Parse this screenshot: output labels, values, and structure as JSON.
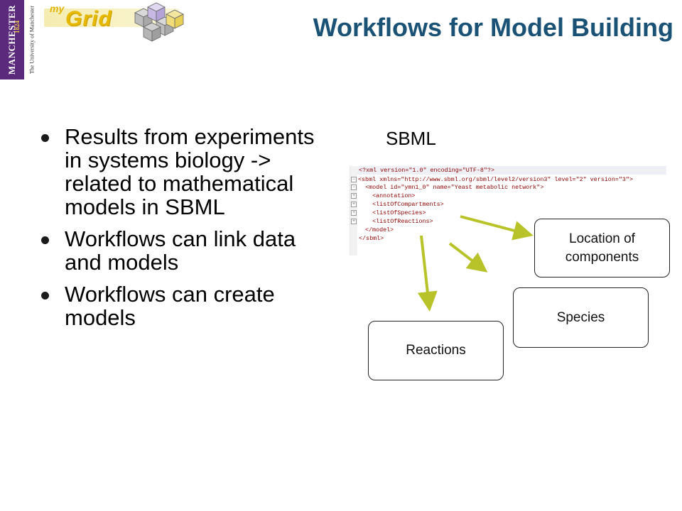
{
  "header": {
    "university": {
      "name_main": "MANCHESTER",
      "year": "1824",
      "name_full": "The University of Manchester"
    },
    "logo": {
      "prefix": "my",
      "name": "Grid"
    },
    "title": "Workflows for Model Building"
  },
  "bullets": [
    {
      "text": "Results from experiments in systems biology -> related to mathematical models in SBML"
    },
    {
      "text": "Workflows can link data and models"
    },
    {
      "text": "Workflows can create models"
    }
  ],
  "sbml_label": "SBML",
  "xml_lines": [
    "<?xml version=\"1.0\" encoding=\"UTF-8\"?>",
    "<sbml xmlns=\"http://www.sbml.org/sbml/level2/version3\" level=\"2\" version=\"3\">",
    "<model id=\"ymn1_0\" name=\"Yeast metabolic network\">",
    "<annotation>",
    "<listOfCompartments>",
    "<listOfSpecies>",
    "<listOfReactions>",
    "</model>",
    "</sbml>"
  ],
  "boxes": {
    "location_line1": "Location of",
    "location_line2": "components",
    "species": "Species",
    "reactions": "Reactions"
  },
  "colors": {
    "title": "#1a5276",
    "arrow": "#b8c32a",
    "crest": "#5b2a7d",
    "logo": "#e6b800"
  }
}
